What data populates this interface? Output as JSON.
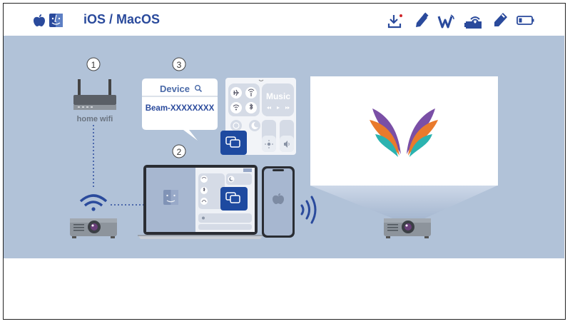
{
  "header": {
    "title": "iOS / MacOS",
    "icons": [
      "apple-icon",
      "finder-icon",
      "download-icon",
      "usb-stick-icon",
      "wifi-direct-icon",
      "wifi-card-icon",
      "dongle-icon",
      "battery-icon"
    ]
  },
  "steps": {
    "one": "1",
    "two": "2",
    "three": "3"
  },
  "router": {
    "label": "home wifi"
  },
  "device_popup": {
    "heading": "Device",
    "device_name": "Beam-XXXXXXXX"
  },
  "control_center": {
    "music_label": "Music"
  },
  "colors": {
    "accent": "#2a4a9c",
    "panel": "#b1c2d8",
    "mirror_button": "#1e4aa0"
  }
}
